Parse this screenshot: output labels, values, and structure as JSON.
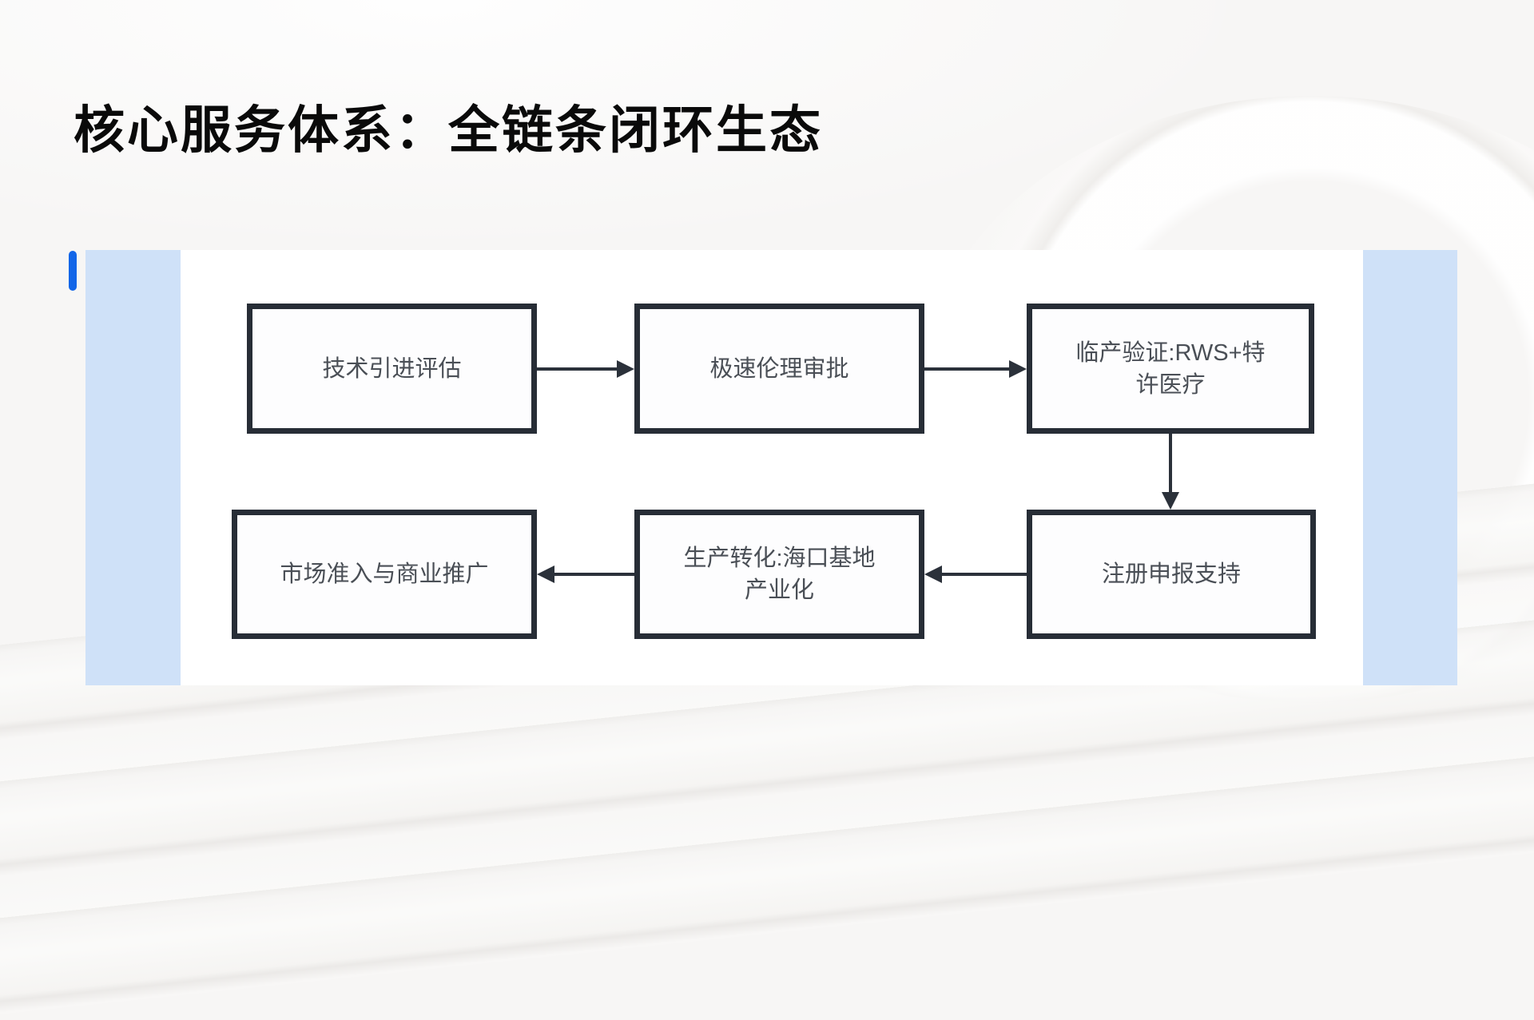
{
  "slide": {
    "title": "核心服务体系：全链条闭环生态"
  },
  "diagram": {
    "nodes": [
      {
        "id": "tech-intro-eval",
        "lines": [
          "技术引进评估"
        ]
      },
      {
        "id": "rapid-ethics-approval",
        "lines": [
          "极速伦理审批"
        ]
      },
      {
        "id": "clinical-validation",
        "lines": [
          "临产验证:RWS+特",
          "许医疗"
        ]
      },
      {
        "id": "registration-support",
        "lines": [
          "注册申报支持"
        ]
      },
      {
        "id": "production-transform",
        "lines": [
          "生产转化:海口基地",
          "产业化"
        ]
      },
      {
        "id": "market-access",
        "lines": [
          "市场准入与商业推广"
        ]
      }
    ],
    "edges": [
      {
        "from": "tech-intro-eval",
        "to": "rapid-ethics-approval",
        "direction": "right"
      },
      {
        "from": "rapid-ethics-approval",
        "to": "clinical-validation",
        "direction": "right"
      },
      {
        "from": "clinical-validation",
        "to": "registration-support",
        "direction": "down"
      },
      {
        "from": "registration-support",
        "to": "production-transform",
        "direction": "left"
      },
      {
        "from": "production-transform",
        "to": "market-access",
        "direction": "left"
      }
    ]
  },
  "colors": {
    "accent_blue": "#1266e8",
    "side_strip_blue": "#cfe1f8",
    "box_border": "#272d36",
    "box_text": "#4a4f56",
    "arrow": "#2b313a",
    "panel_background": "#ffffff",
    "page_background": "#f7f6f5",
    "title_text": "#0a0a0a"
  }
}
